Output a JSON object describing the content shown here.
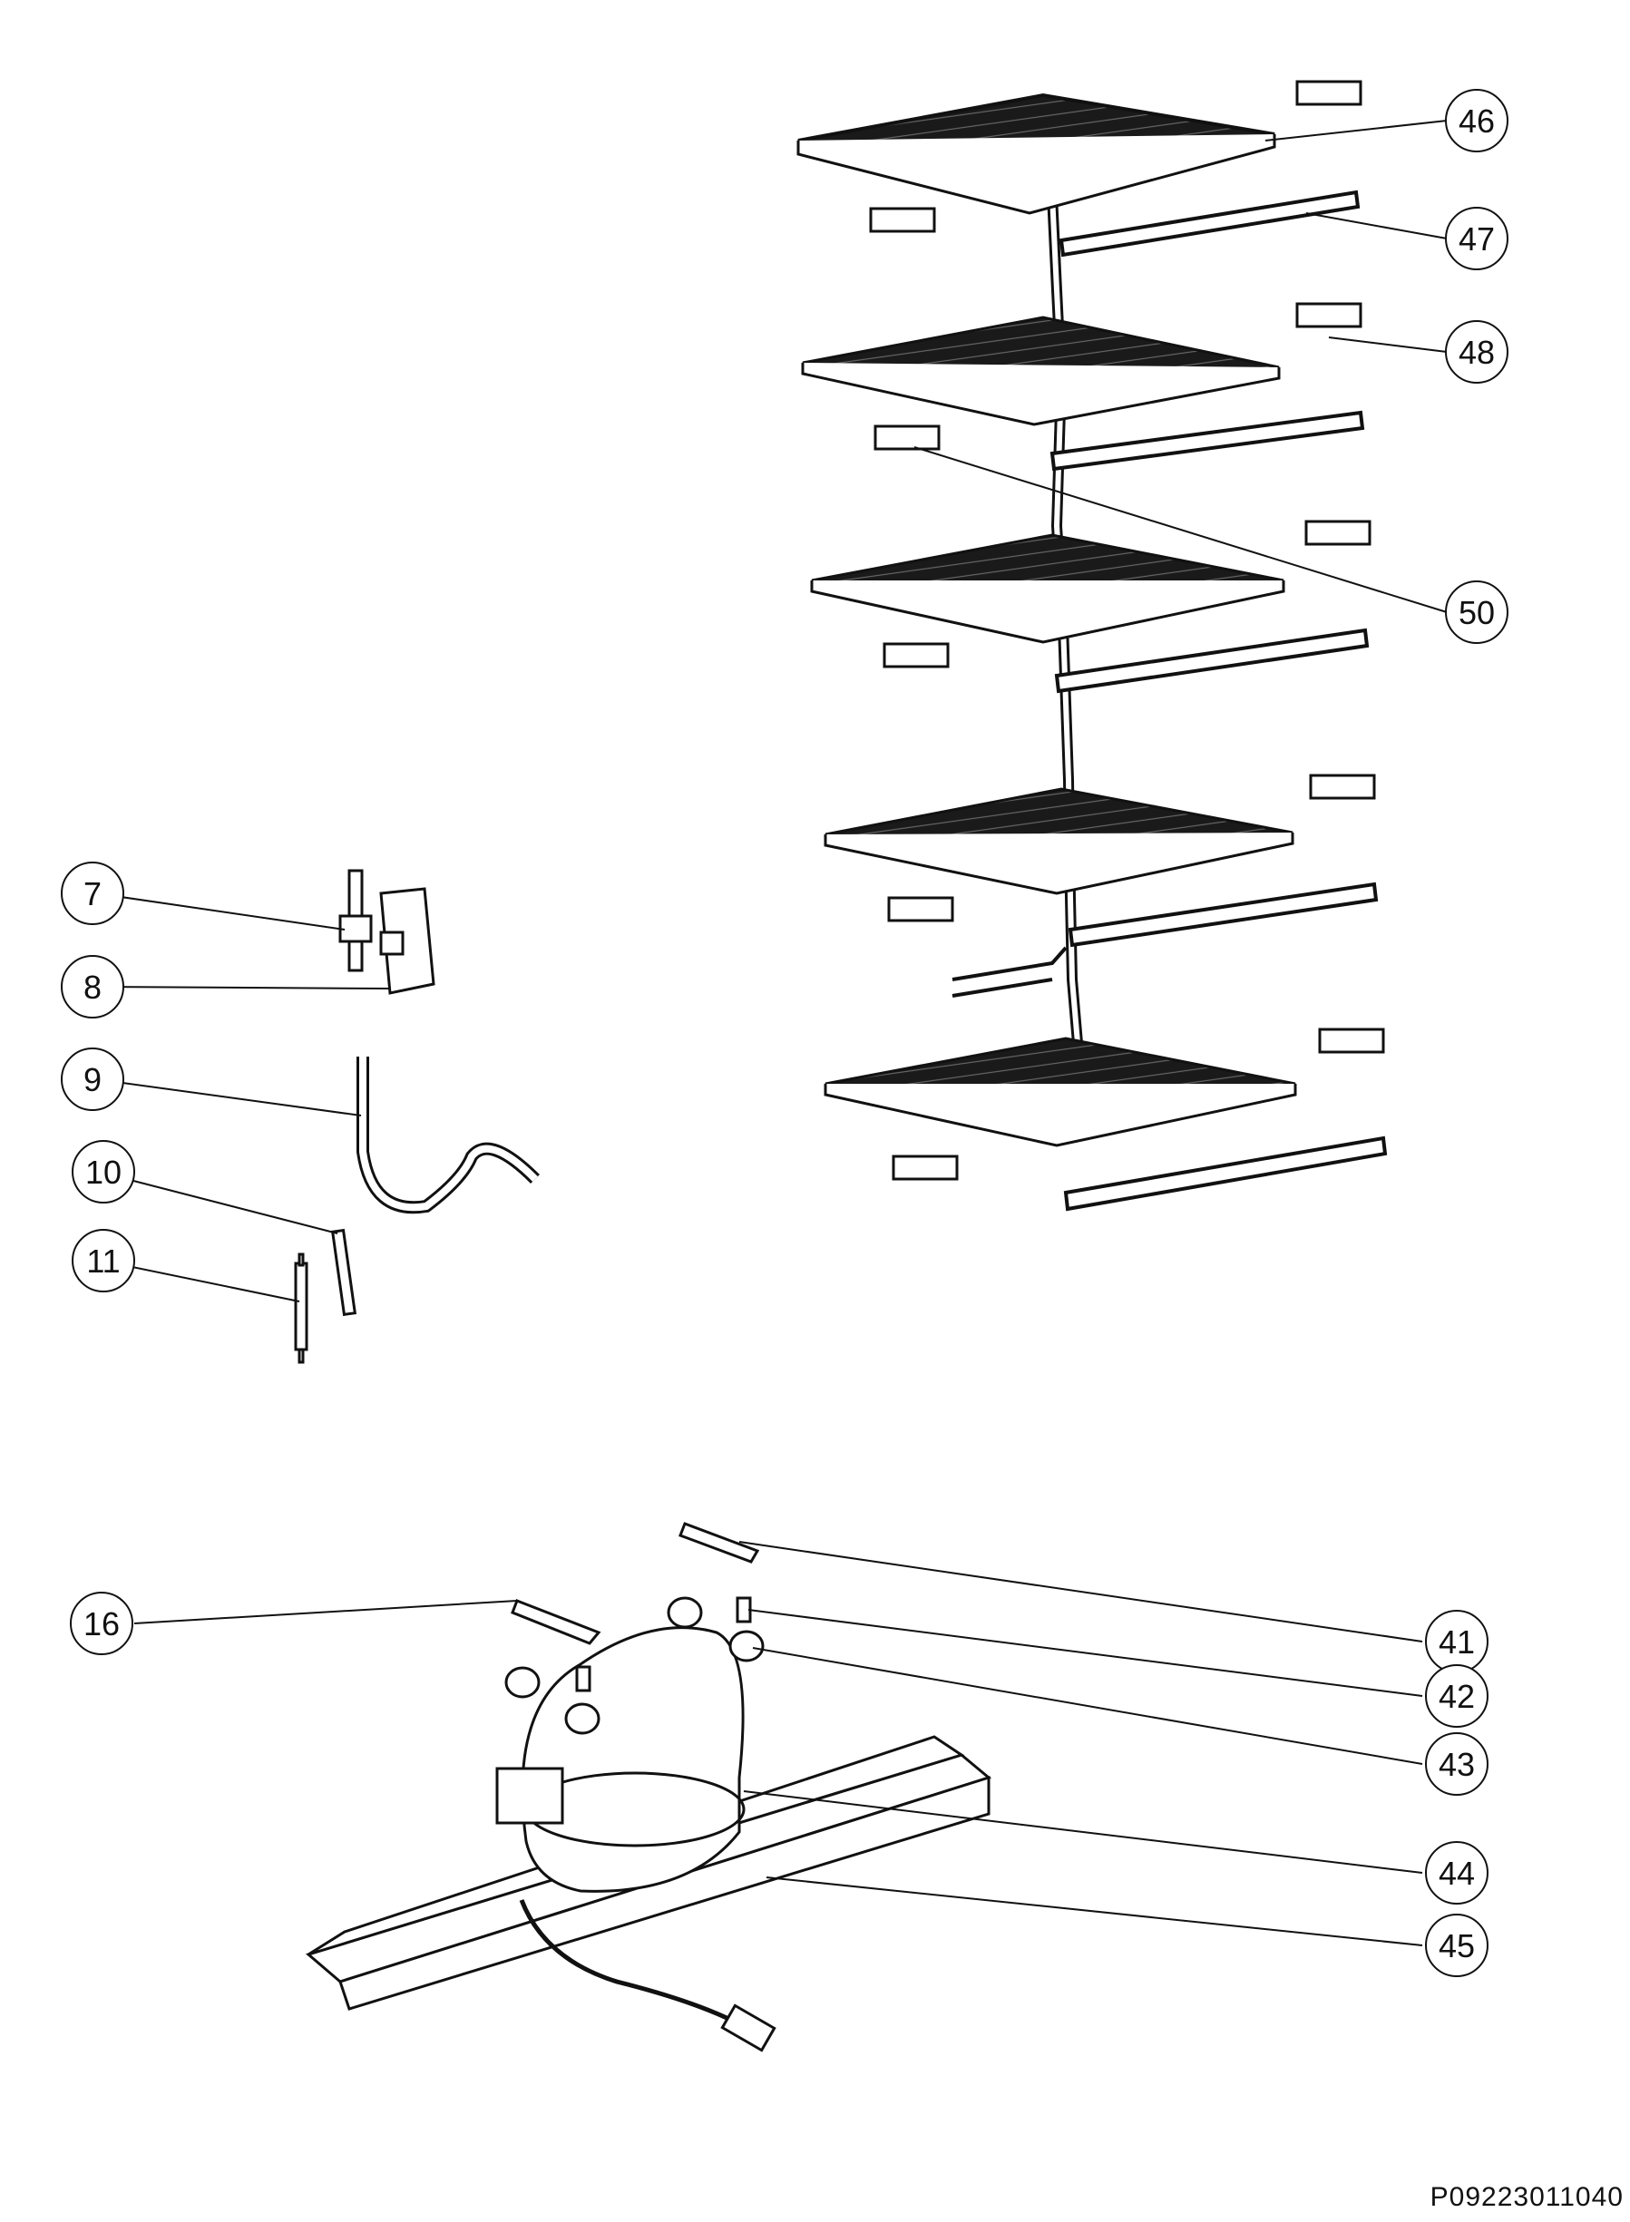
{
  "callouts": {
    "c7": "7",
    "c8": "8",
    "c9": "9",
    "c10": "10",
    "c11": "11",
    "c16": "16",
    "c41": "41",
    "c42": "42",
    "c43": "43",
    "c44": "44",
    "c45": "45",
    "c46": "46",
    "c47": "47",
    "c48": "48",
    "c50": "50"
  },
  "drawing_code": "P09223011040"
}
